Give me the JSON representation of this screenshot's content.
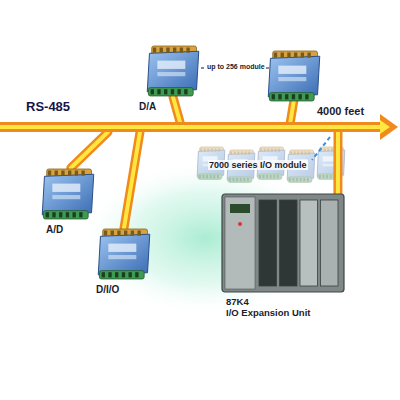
{
  "diagram": {
    "nodes": [
      {
        "text": [
          "D/A"
        ]
      },
      {
        "text": [
          "RS-485"
        ]
      },
      {
        "text": [
          "A/D"
        ]
      },
      {
        "text": [
          "D/I/O"
        ]
      },
      {
        "text": [
          "87K4",
          "I/O Expansion Unit"
        ]
      }
    ],
    "edges": [
      {
        "from": 1,
        "to": 0,
        "arrow": "none"
      },
      {
        "from": 1,
        "to": 2,
        "arrow": "none"
      },
      {
        "from": 1,
        "to": 3,
        "arrow": "none"
      },
      {
        "from": 1,
        "to": 4,
        "arrow": "none"
      }
    ],
    "labels": [
      "up to 256 module",
      "4000 feet",
      "7000 series I/O module"
    ]
  }
}
